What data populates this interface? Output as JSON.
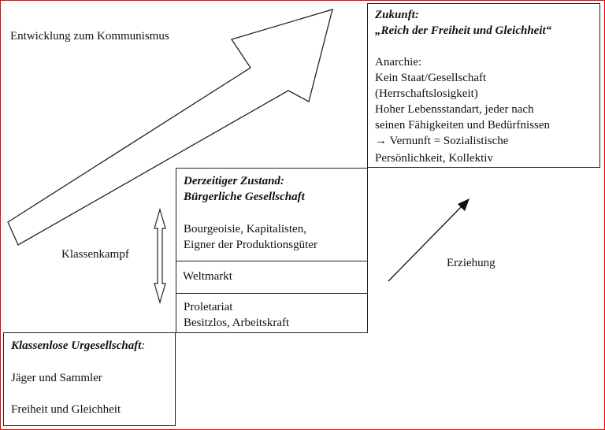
{
  "diagram": {
    "left_title": "Entwicklung zum Kommunismus",
    "klassenkampf": "Klassenkampf",
    "erziehung": "Erziehung",
    "future": {
      "heading": "Zukunft:",
      "subheading": "„Reich der Freiheit und Gleichheit“",
      "lines": [
        "Anarchie:",
        "Kein Staat/Gesellschaft",
        "(Herrschaftslosigkeit)",
        "Hoher Lebensstandart, jeder nach",
        "seinen Fähigkeiten und Bedürfnissen",
        "Vernunft = Sozialistische",
        "Persönlichkeit, Kollektiv"
      ],
      "arrow_glyph": "→"
    },
    "current": {
      "heading": "Derzeitiger Zustand:",
      "subheading": "Bürgerliche Gesellschaft",
      "bourgeois": [
        "Bourgeoisie, Kapitalisten,",
        "Eigner der Produktionsgüter"
      ],
      "world_market": "Weltmarkt",
      "proletariat": [
        "Proletariat",
        "Besitzlos, Arbeitskraft"
      ]
    },
    "primitive": {
      "heading": "Klassenlose Urgesellschaft",
      "heading_suffix": ":",
      "lines": [
        "Jäger und Sammler",
        "Freiheit und Gleichheit"
      ]
    }
  }
}
